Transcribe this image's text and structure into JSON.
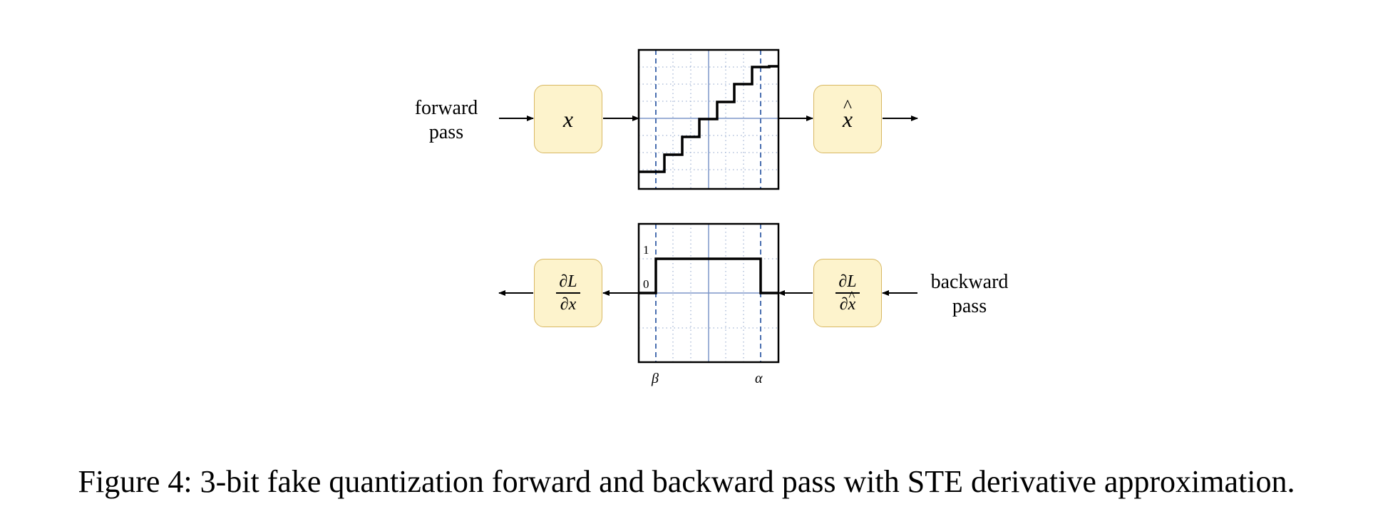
{
  "forward_label": [
    "forward",
    "pass"
  ],
  "backward_label": [
    "backward",
    "pass"
  ],
  "boxes": {
    "input": "x",
    "output": "x",
    "grad_output_num": "∂L",
    "grad_output_den": "∂x",
    "grad_input_num": "∂L",
    "grad_input_den": "∂x"
  },
  "backward_plot": {
    "ytick_top": "1",
    "ytick_bottom": "0",
    "beta": "β",
    "alpha": "α"
  },
  "caption": "Figure 4: 3-bit fake quantization forward and backward pass with STE derivative approximation.",
  "colors": {
    "box_fill": "#fdf3cc",
    "box_border": "#d8b862",
    "grid_dotted": "#8aa0c8",
    "axis_blue": "#7d96c8",
    "dashed_blue": "#4a6fb0"
  }
}
